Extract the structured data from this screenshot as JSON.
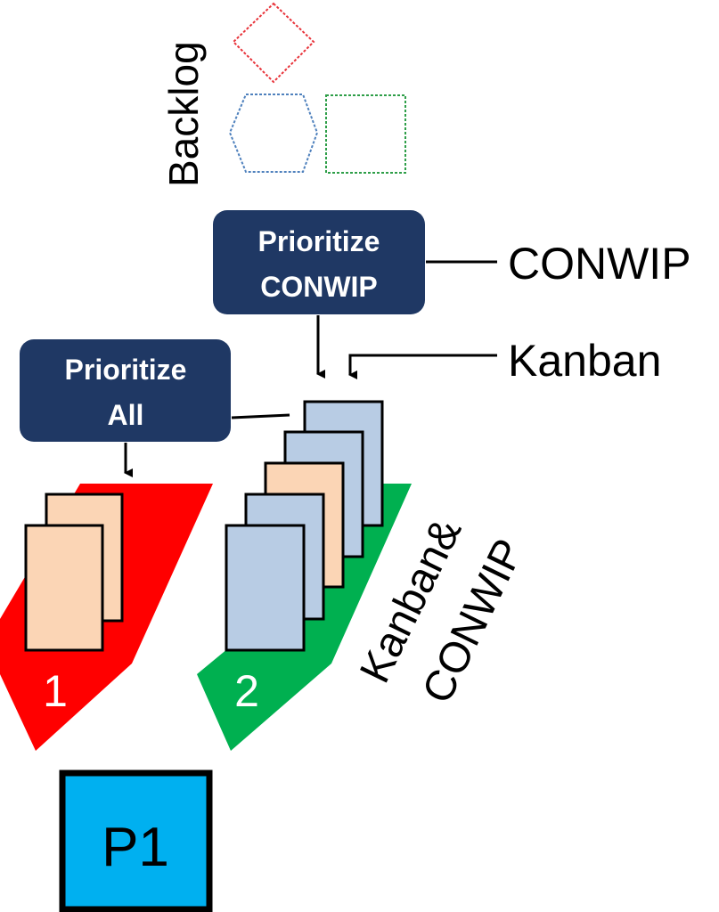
{
  "backlog": {
    "label": "Backlog",
    "shapes": [
      {
        "name": "diamond",
        "color": "#E8333A"
      },
      {
        "name": "hexagon",
        "color": "#4F81BD"
      },
      {
        "name": "square",
        "color": "#2E9E48"
      }
    ]
  },
  "controls": {
    "prioritize_conwip": {
      "line1": "Prioritize",
      "line2": "CONWIP"
    },
    "prioritize_all": {
      "line1": "Prioritize",
      "line2": "All"
    },
    "conwip_label": "CONWIP",
    "kanban_label": "Kanban"
  },
  "lanes": [
    {
      "number": "1",
      "color": "#FF0000",
      "card_colors": [
        "#FBD5B5",
        "#FBD5B5"
      ]
    },
    {
      "number": "2",
      "color": "#00B050",
      "card_colors": [
        "#B8CCE4",
        "#B8CCE4",
        "#FBD5B5",
        "#B8CCE4",
        "#B8CCE4"
      ],
      "label_line1": "Kanban&",
      "label_line2": "CONWIP"
    }
  ],
  "process": {
    "label": "P1",
    "color": "#00B0F0"
  },
  "colors": {
    "box_fill": "#1F3864",
    "card_blue": "#B8CCE4",
    "card_peach": "#FBD5B5"
  }
}
